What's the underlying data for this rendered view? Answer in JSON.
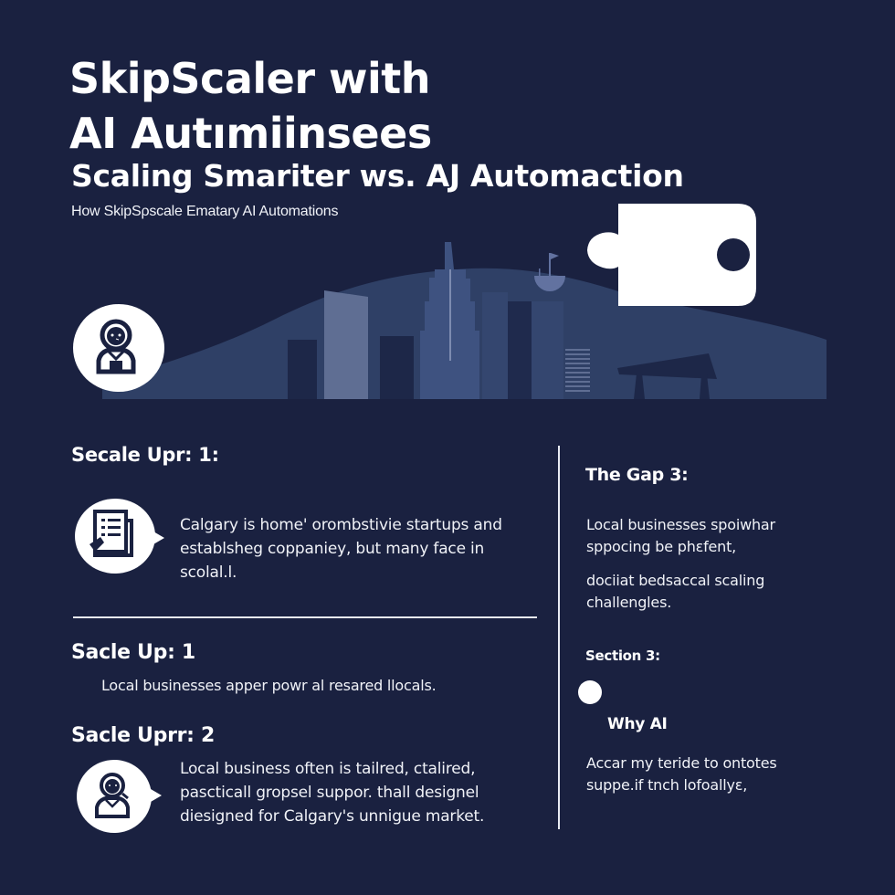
{
  "header": {
    "title_line1": "SkipScaler with",
    "title_line2": "AI Autımiinsees",
    "subtitle": "Scaling Smariter ws. AJ Automaction",
    "tagline": "How SkipSρscale Ematary AI Automations"
  },
  "hero": {
    "left_icon": "person-icon",
    "illustration": "city-skyline-illustration",
    "puzzle": "puzzle-piece-icon",
    "landmark": "saddledome-flag-icon",
    "pumpjack": "oil-pumpjack-icon",
    "colors": {
      "background": "#1a2140",
      "hill": "#2f4066",
      "building_light": "#5f6e93",
      "building_mid": "#3b4e77",
      "building_dark": "#1d2748",
      "icon_fill": "#ffffff"
    }
  },
  "left_column": {
    "section1": {
      "title": "Secale Upr: 1:",
      "icon": "document-checklist-icon",
      "text": "Calgary is home' orombstivie startups and establsheg coppaniey, but many face in scolal.l."
    },
    "section2": {
      "title": "Sacle Up: 1",
      "text": "Local businesses apper powr al resared llocals."
    },
    "section3": {
      "title": "Sacle Uprr: 2",
      "icon": "person-icon",
      "text": "Local business often is tailred, ctalired, pascticall gropsel suppor. thall designel diesigned for Calgary's unnigue market."
    }
  },
  "right_column": {
    "gap": {
      "title": "The Gap 3:",
      "text1": "Local businesses spoiwhar sppocing be phεfent,",
      "text2": "dociiat bedsaccal scaling challengles."
    },
    "section3": {
      "label": "Section 3:",
      "heading": "Why AI",
      "text": "Accar my teride to ontotes suppe.if tnch lofoallyε,"
    }
  }
}
